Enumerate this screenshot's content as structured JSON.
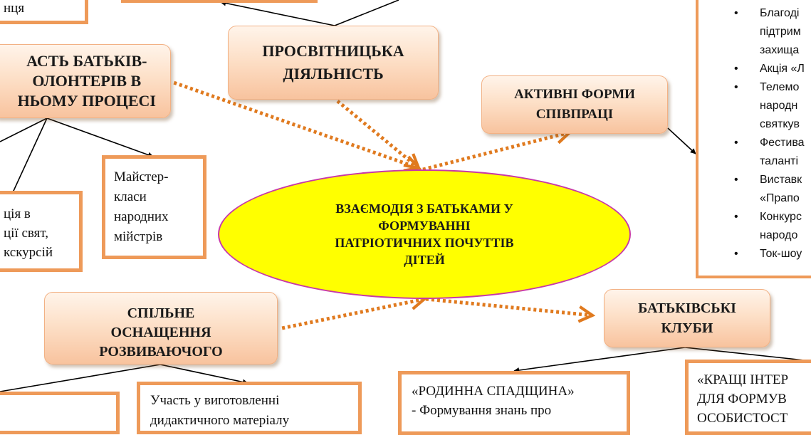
{
  "center": {
    "title": "ВЗАЄМОДІЯ З БАТЬКАМИ У\nФОРМУВАННІ\nПАТРІОТИЧНИХ ПОЧУТТІВ\nДІТЕЙ"
  },
  "nodes": {
    "prosvitnytska": "ПРОСВІТНИЦЬКА\nДІЯЛЬНІСТЬ",
    "uchast_batkiv": "АСТЬ БАТЬКІВ-\nОЛОНТЕРІВ В\nНЬОМУ ПРОЦЕСІ",
    "aktyvni_formy": "АКТИВНІ ФОРМИ\nСПІВПРАЦІ",
    "spilne_osnashchennia": "СПІЛЬНЕ\nОСНАЩЕННЯ\nРОЗВИВАЮЧОГО",
    "batkivski_kluby": "БАТЬКІВСЬКІ\nКЛУБИ"
  },
  "boxes": {
    "top_left_fragment": "нця",
    "maister_klasy": "Майстер-\nкласи\nнародних\nмійстрів",
    "left_fragment": "ція в\nції свят,\nкскурсій",
    "uchast_vygotovlenni": "Участь у виготовленні\nдидактичного  матеріалу",
    "rodynna_spadshchyna": "«РОДИННА СПАДЩИНА»\n- Формування  знань про",
    "krashchi": "«КРАЩІ ІНТЕР\nДЛЯ  ФОРМУВ\nОСОБИСТОСТ"
  },
  "active_forms_list": [
    {
      "line1": "Благоді",
      "line2": "підтрим",
      "line3": "захища"
    },
    {
      "line1": "Акція «Л"
    },
    {
      "line1": "Телемо",
      "line2": "народн",
      "line3": "святкув"
    },
    {
      "line1": "Фестива",
      "line2": "таланті"
    },
    {
      "line1": "Виставк",
      "line2": "«Прапо"
    },
    {
      "line1": "Конкурс",
      "line2": "народо"
    },
    {
      "line1": "Ток-шоу"
    }
  ],
  "colors": {
    "ellipse_fill": "#ffff00",
    "ellipse_border": "#c838a8",
    "dotted_arrow": "#e07a1f",
    "box_border": "#ee9a59",
    "node_fill": "#fcd3b4"
  }
}
